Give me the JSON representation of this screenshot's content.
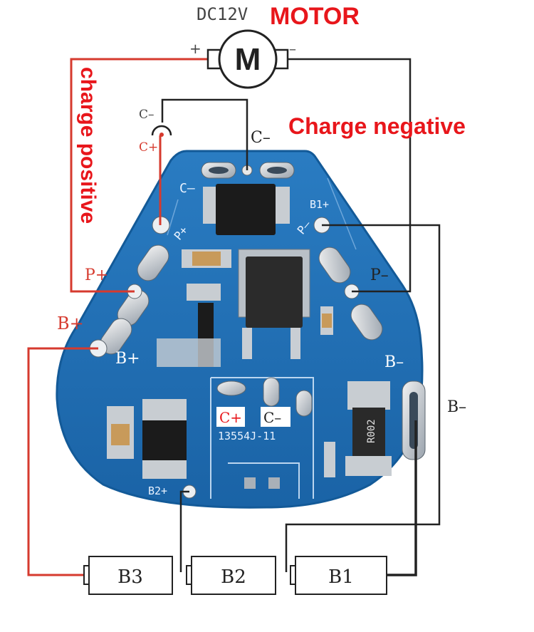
{
  "motor": {
    "voltage_label": "DC12V",
    "title": "MOTOR",
    "symbol": "M",
    "plus": "+",
    "minus": "–"
  },
  "labels": {
    "charge_positive": "charge positive",
    "charge_negative": "Charge negative",
    "jack_c_minus": "C–",
    "jack_c_plus": "C+",
    "c_minus_wire": "C–",
    "c_plus_pad": "C+",
    "p_plus": "P+",
    "p_minus": "P–",
    "b_plus_outer": "B+",
    "b_plus_pcb": "B+",
    "b_minus_pcb": "B–",
    "b_minus_wire": "B–",
    "b1_plus": "B1+",
    "b2_plus": "B2+",
    "silk_c_minus": "C–",
    "silk_p_plus": "P+",
    "silk_p_minus": "P–",
    "box_c_plus": "C+",
    "box_c_minus": "C–",
    "pcb_code": "13554J-11",
    "resistor_code": "R002"
  },
  "batteries": [
    {
      "label": "B3"
    },
    {
      "label": "B2"
    },
    {
      "label": "B1"
    }
  ],
  "colors": {
    "pcb": "#1f6fb4",
    "pcb_edge": "#135a98",
    "wire_red": "#d63a2e",
    "wire_black": "#222222",
    "label_red": "#e8161b"
  }
}
